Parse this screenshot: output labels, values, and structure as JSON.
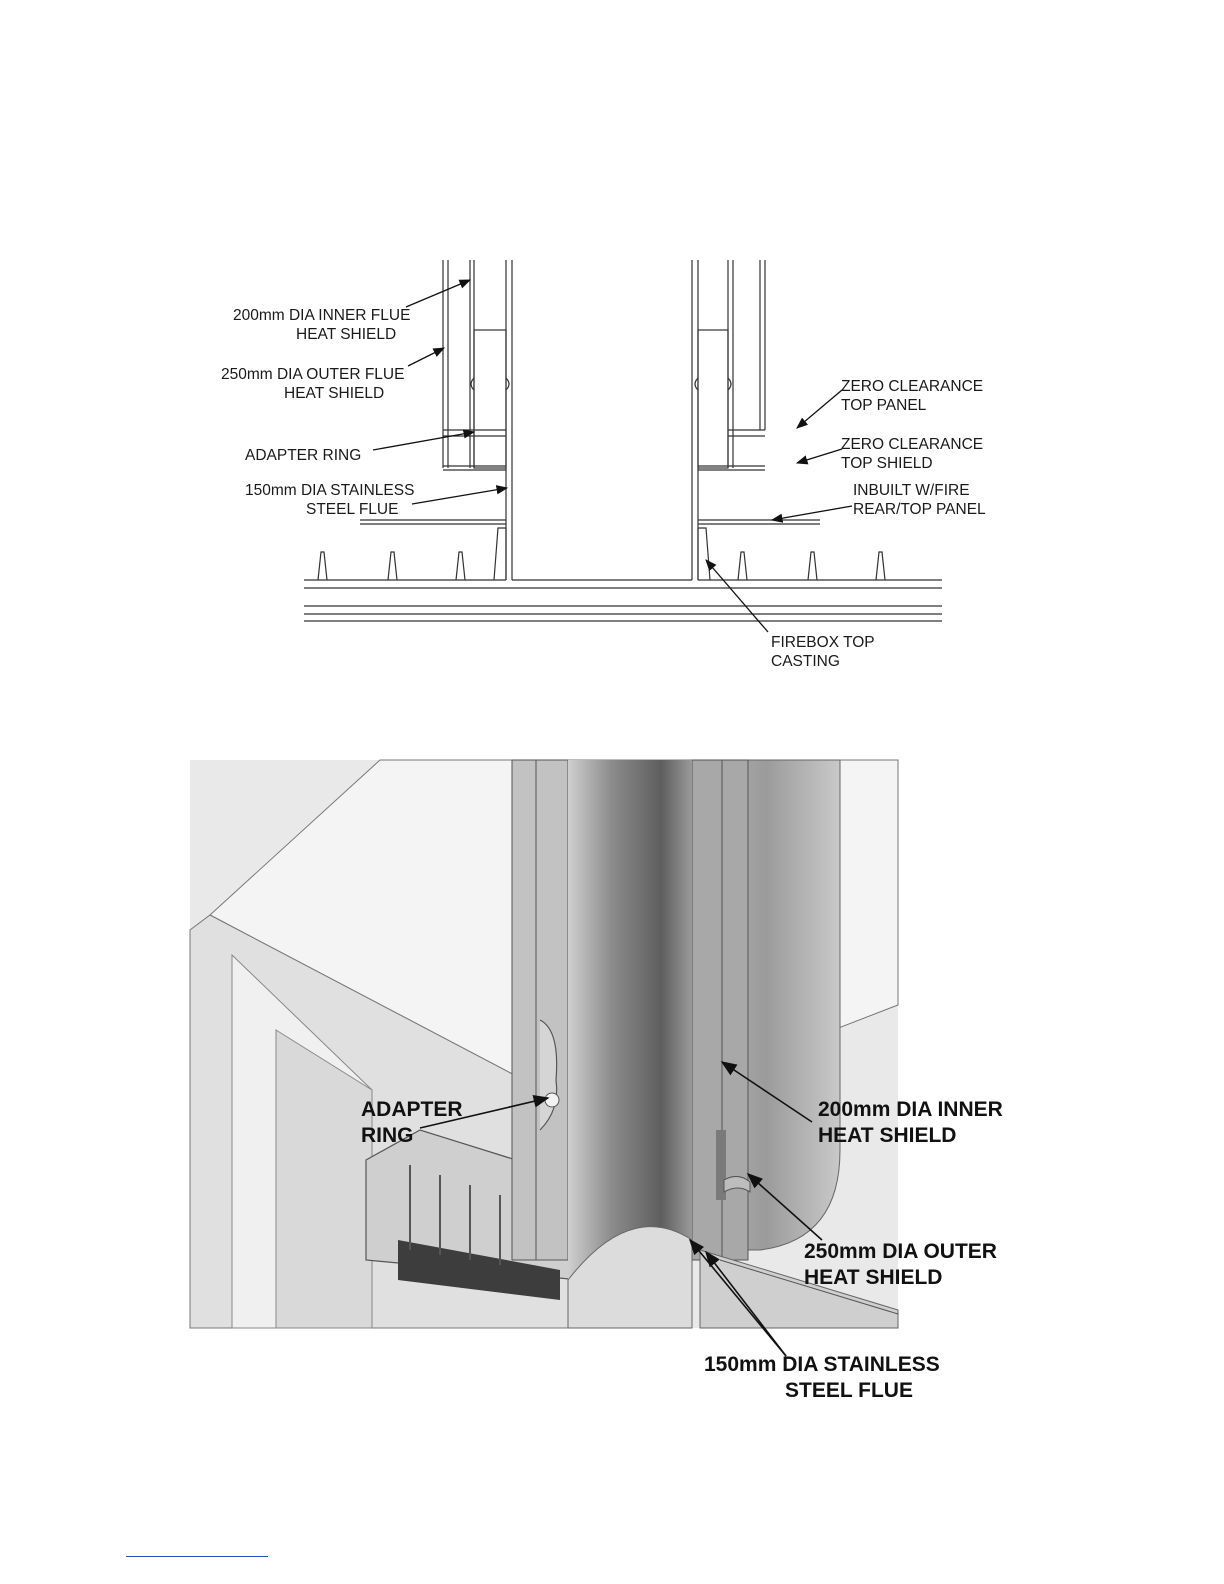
{
  "section_view": {
    "labels": [
      {
        "id": "inner-flue",
        "lines": [
          "200mm DIA INNER FLUE",
          "HEAT SHIELD"
        ]
      },
      {
        "id": "outer-flue",
        "lines": [
          "250mm DIA OUTER FLUE",
          "HEAT SHIELD"
        ]
      },
      {
        "id": "adapter-ring",
        "lines": [
          "ADAPTER RING"
        ]
      },
      {
        "id": "stainless-flue",
        "lines": [
          "150mm DIA STAINLESS",
          "STEEL FLUE"
        ]
      },
      {
        "id": "zc-top-panel",
        "lines": [
          "ZERO CLEARANCE",
          "TOP PANEL"
        ]
      },
      {
        "id": "zc-top-shield",
        "lines": [
          "ZERO CLEARANCE",
          "TOP SHIELD"
        ]
      },
      {
        "id": "inbuilt-panel",
        "lines": [
          "INBUILT W/FIRE",
          "REAR/TOP PANEL"
        ]
      },
      {
        "id": "firebox-casting",
        "lines": [
          "FIREBOX TOP",
          "CASTING"
        ]
      }
    ]
  },
  "iso_view": {
    "labels": [
      {
        "id": "adapter-ring",
        "lines": [
          "ADAPTER",
          "RING"
        ]
      },
      {
        "id": "inner-shield",
        "lines": [
          "200mm DIA INNER",
          "HEAT SHIELD"
        ]
      },
      {
        "id": "outer-shield",
        "lines": [
          "250mm DIA OUTER",
          "HEAT SHIELD"
        ]
      },
      {
        "id": "stainless-flue",
        "lines": [
          "150mm DIA STAINLESS",
          "STEEL FLUE"
        ]
      }
    ]
  },
  "colors": {
    "line": "#333333",
    "accent_link": "#2b4db7"
  }
}
